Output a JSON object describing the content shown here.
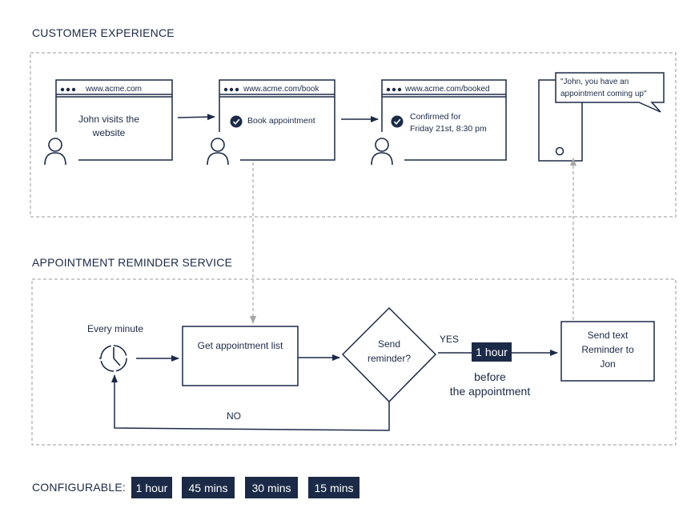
{
  "sections": {
    "customer_experience": "CUSTOMER EXPERIENCE",
    "reminder_service": "APPOINTMENT REMINDER SERVICE",
    "configurable": "CONFIGURABLE:"
  },
  "customer": {
    "step1": {
      "url": "www.acme.com",
      "text": "John visits the website"
    },
    "step2": {
      "url": "www.acme.com/book",
      "text": "Book appointment"
    },
    "step3": {
      "url": "www.acme.com/booked",
      "line1": "Confirmed for",
      "line2": "Friday 21st, 8:30 pm"
    },
    "phone_message": {
      "line1": "\"John, you have an",
      "line2": "appointment coming up\""
    }
  },
  "service": {
    "timer_label": "Every minute",
    "get_list": "Get appointment list",
    "decision": {
      "line1": "Send",
      "line2": "reminder?"
    },
    "yes_label": "YES",
    "no_label": "NO",
    "interval_chip": "1 hour",
    "interval_note": {
      "line1": "before",
      "line2": "the appointment"
    },
    "send_text": {
      "line1": "Send text",
      "line2": "Reminder to",
      "line3": "Jon"
    }
  },
  "configurable_options": [
    "1 hour",
    "45 mins",
    "30 mins",
    "15 mins"
  ],
  "colors": {
    "navy": "#1b2a47",
    "dashed": "#9a9a9a",
    "arrow_gray": "#a6a6a6"
  }
}
